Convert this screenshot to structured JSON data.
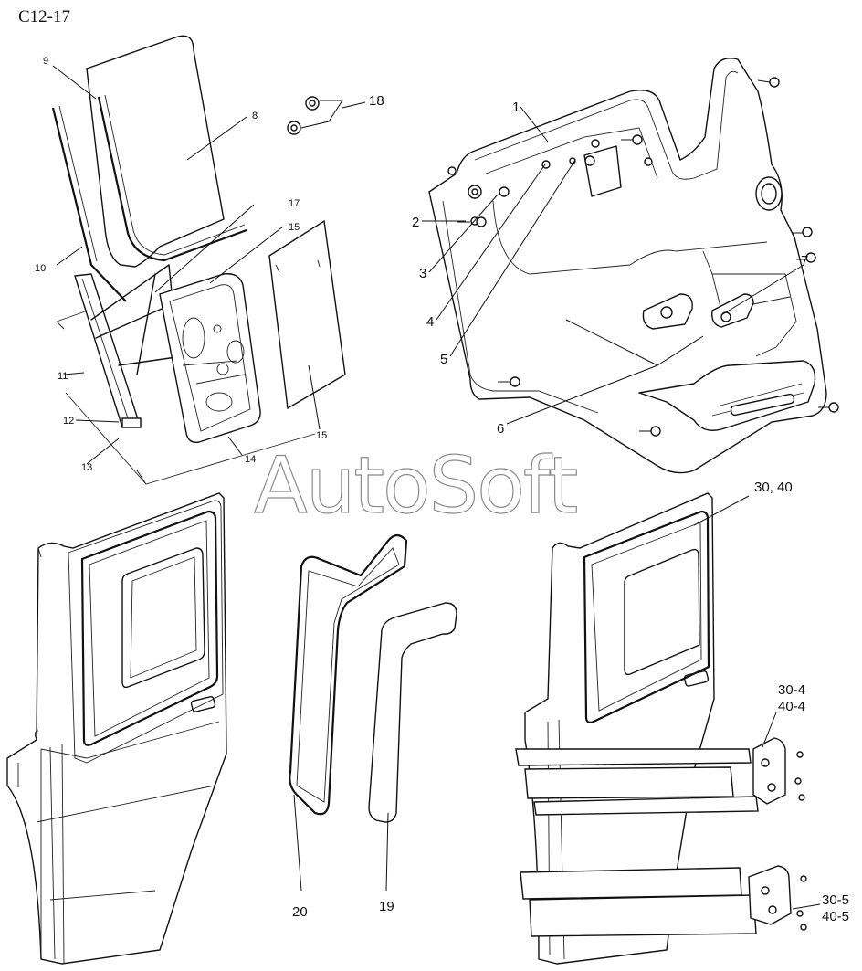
{
  "diagram_code": "C12-17",
  "watermark": "AutoSoft",
  "callouts": {
    "c1": "1",
    "c2": "2",
    "c3": "3",
    "c4": "4",
    "c5": "5",
    "c6": "6",
    "c7": "7",
    "c8": "8",
    "c9": "9",
    "c10": "10",
    "c11": "11",
    "c12": "12",
    "c13": "13",
    "c14": "14",
    "c15a": "15",
    "c15b": "15",
    "c17": "17",
    "c18": "18",
    "c19": "19",
    "c20": "20",
    "c30_40": "30, 40",
    "c30_4": "30-4",
    "c40_4": "40-4",
    "c30_5": "30-5",
    "c40_5": "40-5"
  }
}
